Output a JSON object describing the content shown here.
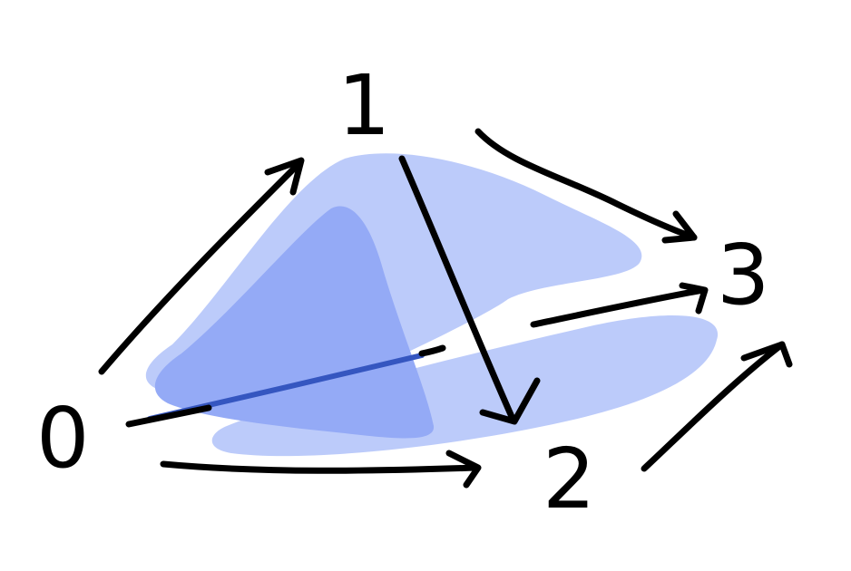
{
  "diagram": {
    "nodes": [
      {
        "id": "0",
        "label": "0"
      },
      {
        "id": "1",
        "label": "1"
      },
      {
        "id": "2",
        "label": "2"
      },
      {
        "id": "3",
        "label": "3"
      }
    ],
    "edges": [
      {
        "from": "0",
        "to": "1"
      },
      {
        "from": "0",
        "to": "2"
      },
      {
        "from": "0",
        "to": "3"
      },
      {
        "from": "1",
        "to": "2"
      },
      {
        "from": "1",
        "to": "3"
      },
      {
        "from": "2",
        "to": "3"
      }
    ],
    "colors": {
      "stroke": "#000000",
      "light_fill": "#bccbfa",
      "dark_fill": "#94aaf6",
      "inner_line": "#3556c0",
      "background": "#ffffff"
    }
  }
}
